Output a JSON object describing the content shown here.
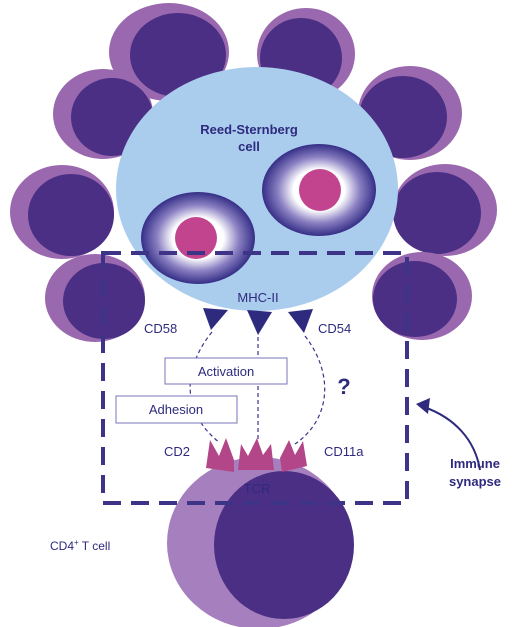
{
  "rs_cell": {
    "title_line1": "Reed-Sternberg",
    "title_line2": "cell"
  },
  "molecules": {
    "mhc": "MHC-II",
    "cd58": "CD58",
    "cd54": "CD54",
    "cd2": "CD2",
    "tcr": "TCR",
    "cd11a": "CD11a"
  },
  "boxes": {
    "activation": "Activation",
    "adhesion": "Adhesion"
  },
  "question_mark": "?",
  "t_cell_label": {
    "main": "CD4",
    "sup": "+",
    "rest": " T cell"
  },
  "synapse_label": {
    "line1": "Immune",
    "line2": "synapse"
  },
  "colors": {
    "outer_purple": "#9a68ae",
    "nucleus": "#4a2f84",
    "rs_blue": "#aacdee",
    "rs_nucleus": "#3d3488",
    "rs_nucleolus": "#c2448f",
    "text": "#2e2a7e",
    "tcr_pink": "#b34688",
    "t_cell_body": "#a67fbe"
  }
}
